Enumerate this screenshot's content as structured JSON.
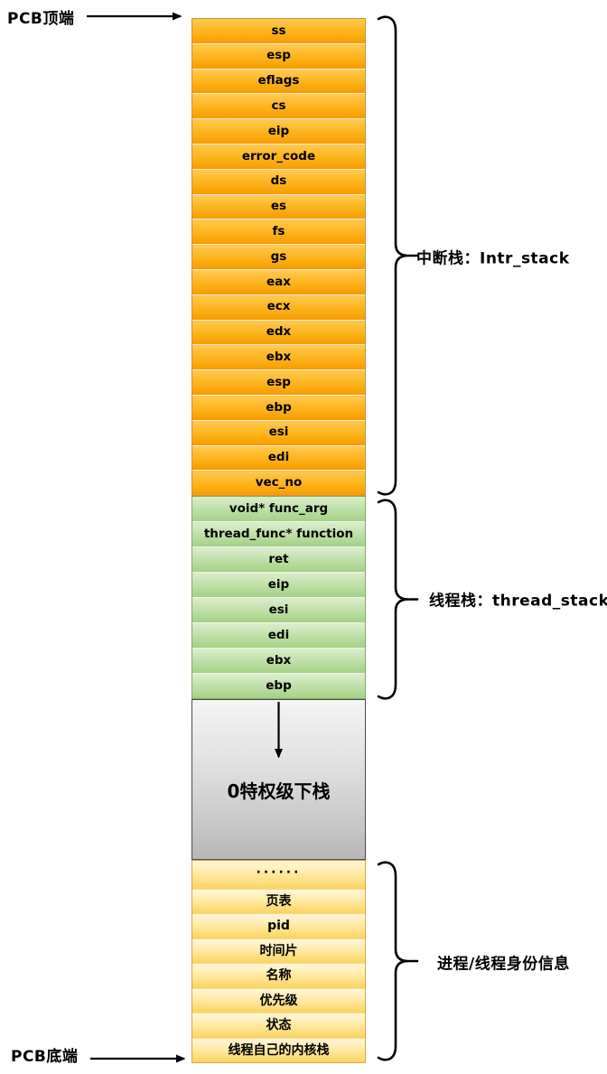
{
  "labels": {
    "pcb_top": "PCB顶端",
    "pcb_bottom": "PCB底端"
  },
  "stack": {
    "sections": [
      {
        "id": "intr-stack",
        "kind": "rows",
        "style": "orange",
        "rows": [
          "ss",
          "esp",
          "eflags",
          "cs",
          "eip",
          "error_code",
          "ds",
          "es",
          "fs",
          "gs",
          "eax",
          "ecx",
          "edx",
          "ebx",
          "esp",
          "ebp",
          "esi",
          "edi",
          "vec_no"
        ]
      },
      {
        "id": "thread-stack",
        "kind": "rows",
        "style": "green",
        "rows": [
          "void* func_arg",
          "thread_func* function",
          "ret",
          "eip",
          "esi",
          "edi",
          "ebx",
          "ebp"
        ]
      },
      {
        "id": "zero-privilege-area",
        "kind": "box",
        "style": "gray",
        "label": "0特权级下栈",
        "arrow": "down"
      },
      {
        "id": "identity-info",
        "kind": "rows",
        "style": "yellow",
        "rows": [
          "······",
          "页表",
          "pid",
          "时间片",
          "名称",
          "优先级",
          "状态",
          "线程自己的内核栈"
        ]
      }
    ]
  },
  "annotations": {
    "intr_stack_label": "中断栈：Intr_stack",
    "thread_stack_label": "线程栈：thread_stack",
    "identity_label": "进程/线程身份信息"
  },
  "colors": {
    "orange_top": "#ffca52",
    "orange_bottom": "#f79b00",
    "green_top": "#dbeecd",
    "green_bottom": "#a3d184",
    "yellow_top": "#fff7dc",
    "yellow_bottom": "#fcd35f",
    "gray_top": "#f5f5f5",
    "gray_bottom": "#b8b8b8",
    "line": "#000000"
  }
}
